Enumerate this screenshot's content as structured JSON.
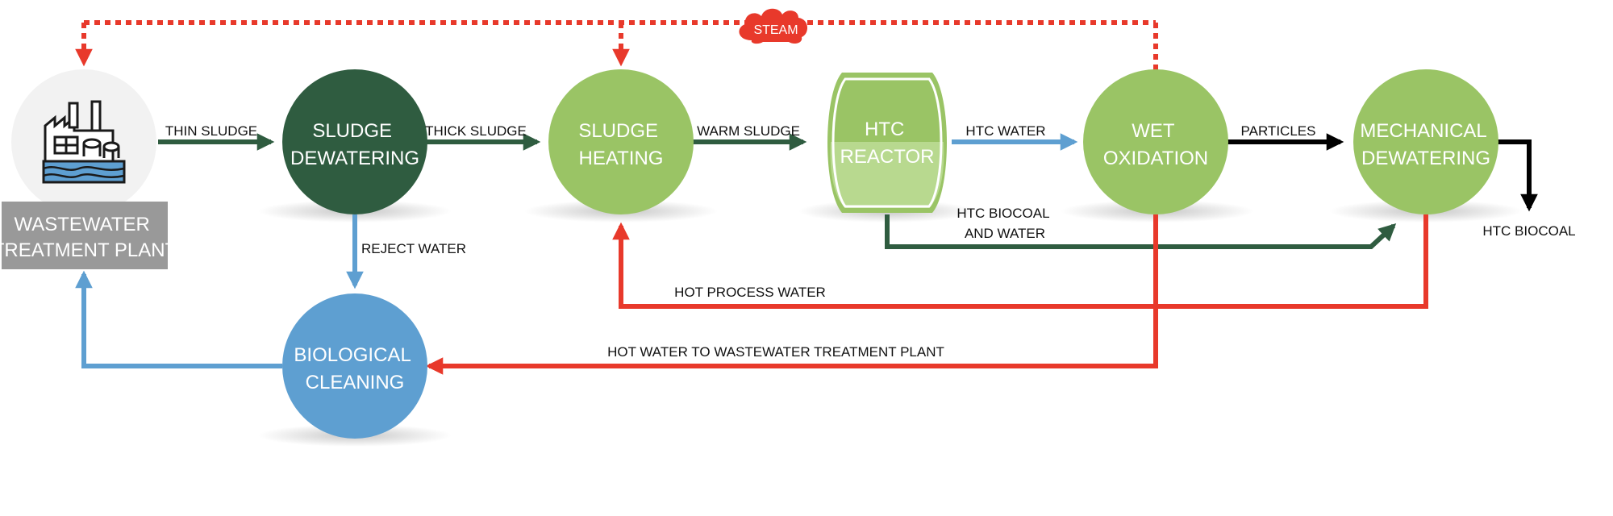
{
  "colors": {
    "dark_green": "#2f5c40",
    "light_green": "#9ac465",
    "blue": "#5e9fd1",
    "red": "#e8392b",
    "black": "#000000",
    "gray": "#999999"
  },
  "nodes": {
    "wwtp": {
      "line1": "WASTEWATER",
      "line2": "TREATMENT PLANT",
      "icon": "factory-icon"
    },
    "sludge_dewatering": {
      "line1": "SLUDGE",
      "line2": "DEWATERING"
    },
    "sludge_heating": {
      "line1": "SLUDGE",
      "line2": "HEATING"
    },
    "htc_reactor": {
      "line1": "HTC",
      "line2": "REACTOR"
    },
    "wet_oxidation": {
      "line1": "WET",
      "line2": "OXIDATION"
    },
    "mechanical_dewatering": {
      "line1": "MECHANICAL",
      "line2": "DEWATERING"
    },
    "biological_cleaning": {
      "line1": "BIOLOGICAL",
      "line2": "CLEANING"
    }
  },
  "steam_label": "STEAM",
  "flows": {
    "thin_sludge": "THIN SLUDGE",
    "thick_sludge": "THICK SLUDGE",
    "warm_sludge": "WARM SLUDGE",
    "htc_water": "HTC WATER",
    "particles": "PARTICLES",
    "reject_water": "REJECT WATER",
    "htc_biocoal_water_1": "HTC BIOCOAL",
    "htc_biocoal_water_2": "AND WATER",
    "hot_process_water": "HOT PROCESS WATER",
    "hot_water_wwtp": "HOT WATER TO WASTEWATER TREATMENT PLANT",
    "htc_biocoal": "HTC BIOCOAL"
  }
}
